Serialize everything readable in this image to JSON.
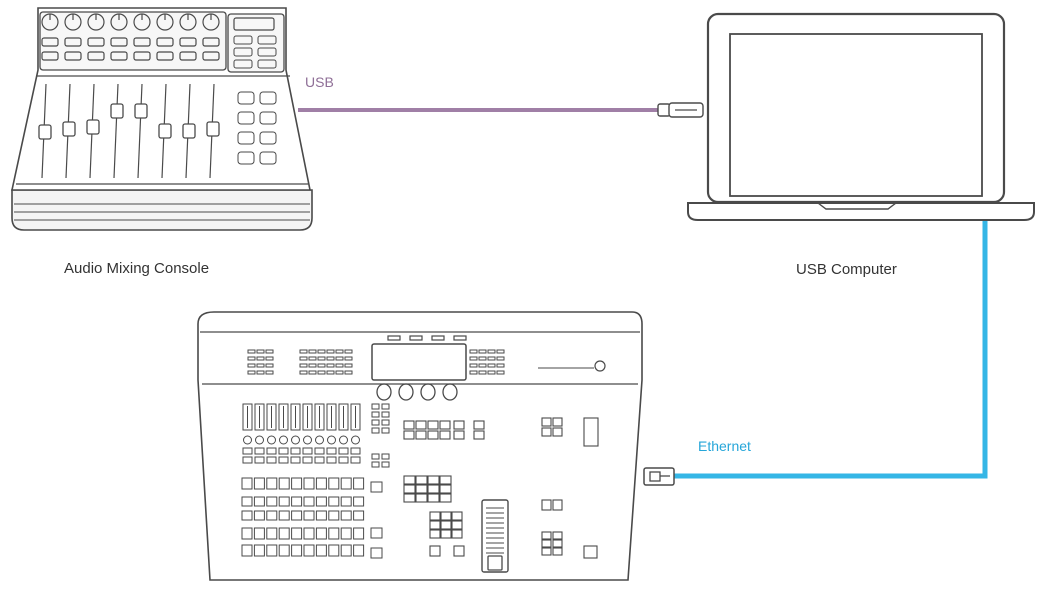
{
  "labels": {
    "usb": "USB",
    "ethernet": "Ethernet",
    "audio_console": "Audio Mixing Console",
    "usb_computer": "USB Computer"
  },
  "colors": {
    "usb_cable": "#a07fa6",
    "usb_text": "#8f6f97",
    "ethernet_cable": "#35b6e6",
    "ethernet_text": "#26a6d9",
    "outline": "#4a4a4a",
    "label_text": "#333333"
  },
  "icons": [
    "audio-mixing-console",
    "laptop",
    "switcher-panel",
    "usb-connector",
    "ethernet-connector"
  ]
}
